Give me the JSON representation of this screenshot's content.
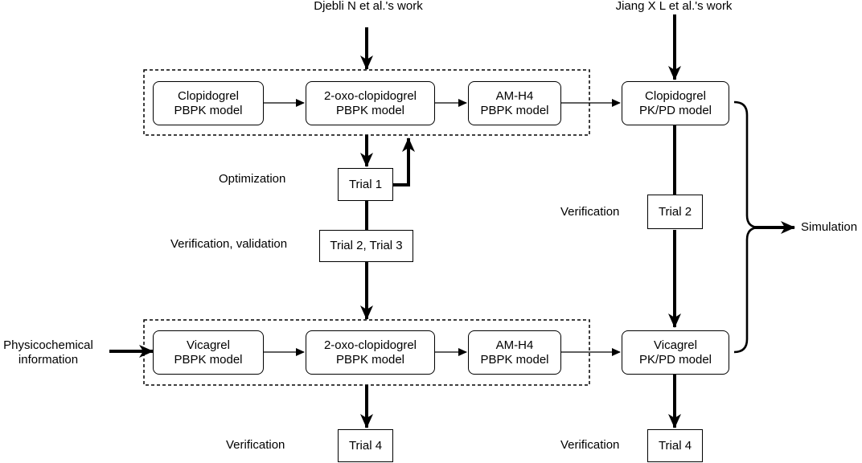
{
  "sources": {
    "djebli": "Djebli N et al.'s work",
    "jiang": "Jiang X L et al.'s work",
    "physicochemical": [
      "Physicochemical",
      "information"
    ]
  },
  "clopidogrel_row": {
    "clopidogrel_pbpk": [
      "Clopidogrel",
      "PBPK model"
    ],
    "oxo_pbpk": [
      "2-oxo-clopidogrel",
      "PBPK model"
    ],
    "amh4_pbpk": [
      "AM-H4",
      "PBPK model"
    ],
    "pkpd": [
      "Clopidogrel",
      "PK/PD model"
    ]
  },
  "vicagrel_row": {
    "vicagrel_pbpk": [
      "Vicagrel",
      "PBPK model"
    ],
    "oxo_pbpk": [
      "2-oxo-clopidogrel",
      "PBPK model"
    ],
    "amh4_pbpk": [
      "AM-H4",
      "PBPK model"
    ],
    "pkpd": [
      "Vicagrel",
      "PK/PD model"
    ]
  },
  "trials": {
    "trial1": "Trial 1",
    "trial23": "Trial 2, Trial 3",
    "trial2": "Trial 2",
    "trial4_left": "Trial 4",
    "trial4_right": "Trial 4"
  },
  "steps": {
    "optimization": "Optimization",
    "verification_validation": "Verification, validation",
    "verification_right": "Verification",
    "verification_bottom_left": "Verification",
    "verification_bottom_right": "Verification",
    "simulation": "Simulation"
  }
}
